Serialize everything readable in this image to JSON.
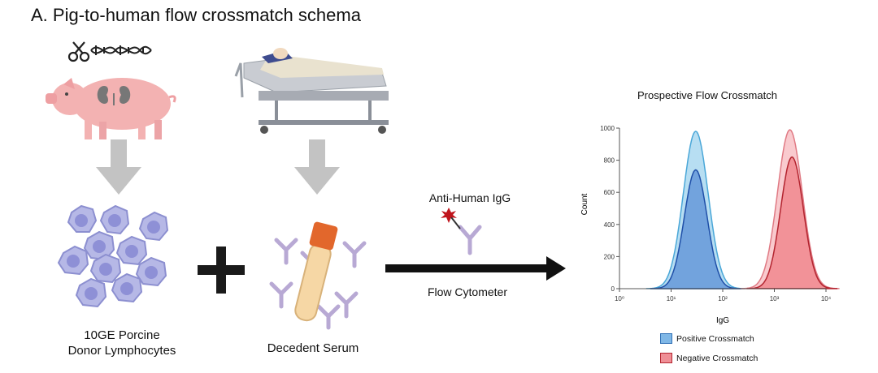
{
  "figure": {
    "title": "A. Pig-to-human flow crossmatch schema",
    "donor": {
      "caption_line1": "10GE Porcine",
      "caption_line2": "Donor Lymphocytes"
    },
    "serum": {
      "caption": "Decedent Serum"
    },
    "antibody": {
      "label": "Anti-Human IgG"
    },
    "cytometer": {
      "label": "Flow Cytometer"
    },
    "plus_sign": "+"
  },
  "chart_data": {
    "type": "area",
    "title": "Prospective Flow Crossmatch",
    "xlabel": "IgG",
    "ylabel": "Count",
    "x_scale": "log",
    "xlim": [
      1,
      10000
    ],
    "ylim": [
      0,
      1000
    ],
    "x_tick_labels": [
      "10⁰",
      "10¹",
      "10²",
      "10³",
      "10⁴"
    ],
    "x_tick_values": [
      1,
      10,
      100,
      1000,
      10000
    ],
    "y_ticks": [
      0,
      200,
      400,
      600,
      800,
      1000
    ],
    "grid": false,
    "legend_position": "bottom",
    "legend": [
      {
        "name": "Positive Crossmatch",
        "color": "#7fb7e6"
      },
      {
        "name": "Negative Crossmatch",
        "color": "#ef8f96"
      }
    ],
    "series": [
      {
        "name": "Positive Crossmatch",
        "curve": "light",
        "color": "#9fd3ee",
        "stroke": "#4aa7d8",
        "peak_x": 30,
        "peak_y": 980
      },
      {
        "name": "Positive Crossmatch",
        "curve": "dark",
        "color": "#5b8fd6",
        "stroke": "#1f4fa8",
        "peak_x": 30,
        "peak_y": 740
      },
      {
        "name": "Negative Crossmatch",
        "curve": "light",
        "color": "#f7b8bd",
        "stroke": "#e07a84",
        "peak_x": 2000,
        "peak_y": 990
      },
      {
        "name": "Negative Crossmatch",
        "curve": "dark",
        "color": "#ef7f86",
        "stroke": "#b3242f",
        "peak_x": 2200,
        "peak_y": 820
      }
    ]
  }
}
